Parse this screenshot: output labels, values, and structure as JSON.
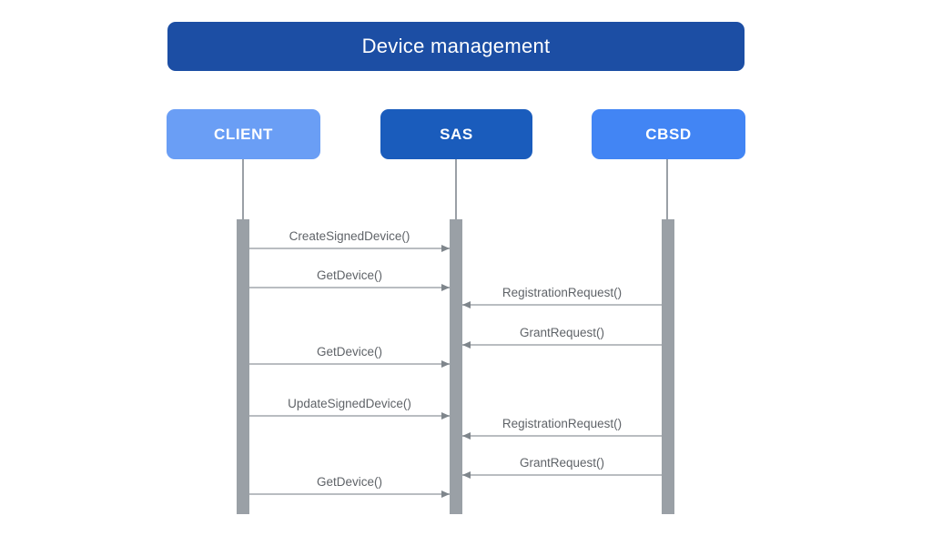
{
  "title": "Device management",
  "actors": [
    {
      "name": "CLIENT",
      "color": "#6A9EF5"
    },
    {
      "name": "SAS",
      "color": "#1A5CBC"
    },
    {
      "name": "CBSD",
      "color": "#4285F4"
    }
  ],
  "messages": [
    {
      "label": "CreateSignedDevice()",
      "from": "CLIENT",
      "to": "SAS",
      "direction": "right"
    },
    {
      "label": "GetDevice()",
      "from": "CLIENT",
      "to": "SAS",
      "direction": "right"
    },
    {
      "label": "RegistrationRequest()",
      "from": "CBSD",
      "to": "SAS",
      "direction": "left"
    },
    {
      "label": "GrantRequest()",
      "from": "CBSD",
      "to": "SAS",
      "direction": "left"
    },
    {
      "label": "GetDevice()",
      "from": "CLIENT",
      "to": "SAS",
      "direction": "right"
    },
    {
      "label": "UpdateSignedDevice()",
      "from": "CLIENT",
      "to": "SAS",
      "direction": "right"
    },
    {
      "label": "RegistrationRequest()",
      "from": "CBSD",
      "to": "SAS",
      "direction": "left"
    },
    {
      "label": "GrantRequest()",
      "from": "CBSD",
      "to": "SAS",
      "direction": "left"
    },
    {
      "label": "GetDevice()",
      "from": "CLIENT",
      "to": "SAS",
      "direction": "right"
    }
  ],
  "colors": {
    "background": "#FFFFFF",
    "title_bar": "#1C4EA4",
    "lifeline": "#9AA0A6",
    "activation_bar": "#9AA0A6",
    "arrow_line": "#B9BDC1",
    "arrow_head": "#7F868C",
    "message_text": "#5F6368",
    "actor_text": "#FFFFFF"
  }
}
